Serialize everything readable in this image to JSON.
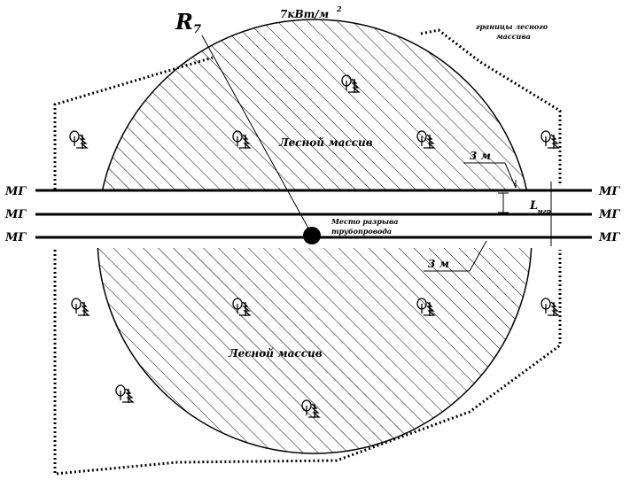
{
  "intensity_label": "7кВт/м",
  "intensity_power": "2",
  "radius_label": "R",
  "radius_sub": "7",
  "forest_border_line1": "границы лесного",
  "forest_border_line2": "массива",
  "forest_top_label": "Лесной массив",
  "forest_bottom_label": "Лесной массив",
  "rupture_line1": "Место разрыва",
  "rupture_line2": "трубопровода",
  "pipe_label": "МГ",
  "gap_top": "3 м",
  "gap_bottom": "3 м",
  "lmgr_main": "L",
  "lmgr_sub": "мгр"
}
